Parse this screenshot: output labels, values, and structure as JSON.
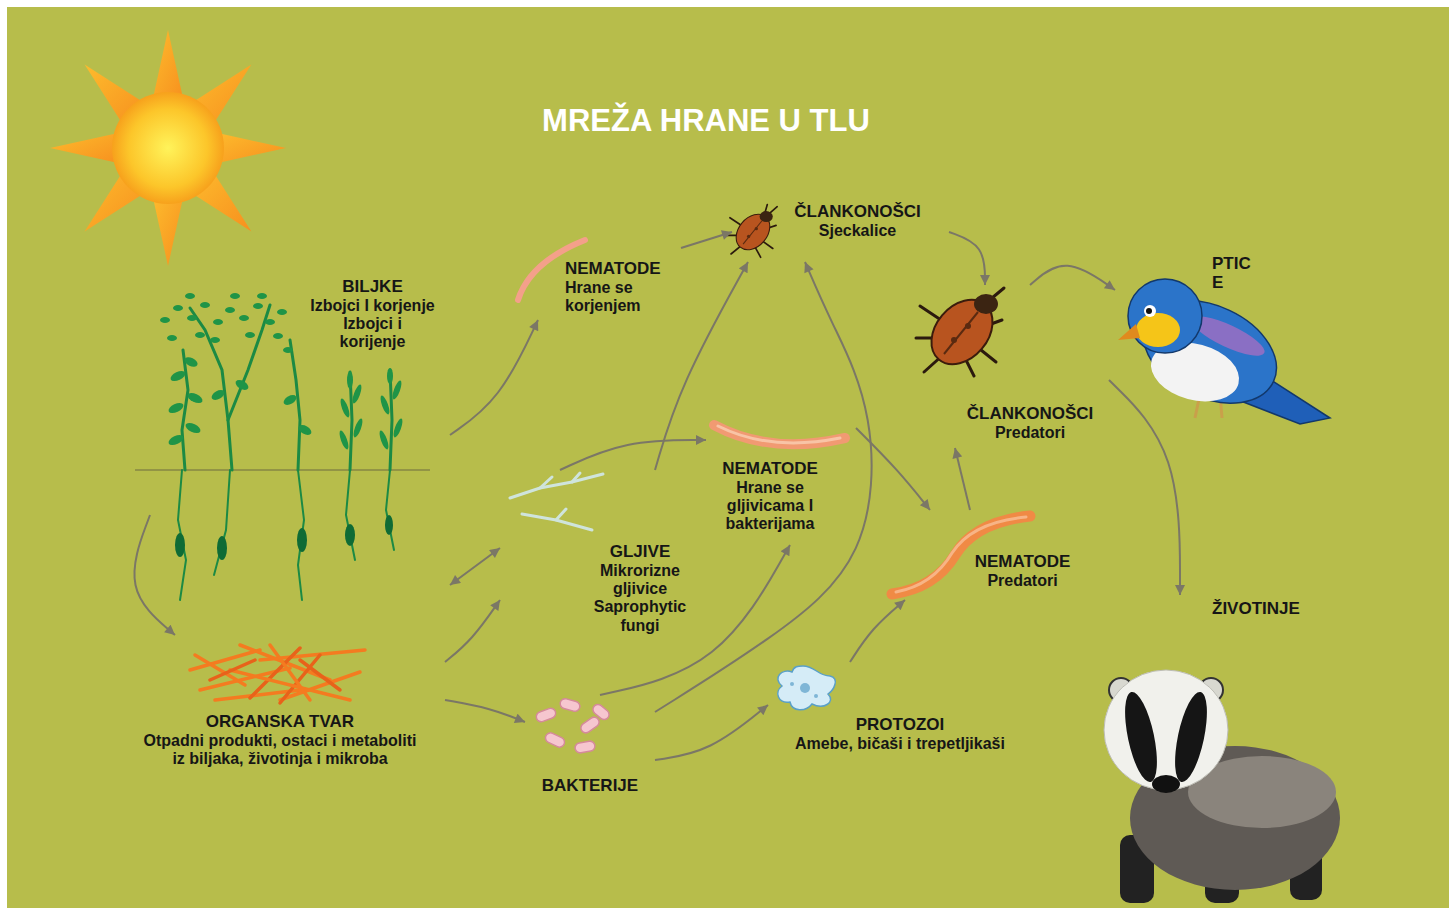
{
  "diagram": {
    "title": "MREŽA HRANE U TLU",
    "nodes": [
      {
        "text": [
          "BILJKE",
          "Izbojci I korjenje Izbojci i korijenje"
        ]
      },
      {
        "text": [
          "NEMATODE",
          "Hrane se korjenjem"
        ]
      },
      {
        "text": [
          "ČLANKONOŠCI",
          "Sjeckalice"
        ]
      },
      {
        "text": [
          "PTIC E"
        ]
      },
      {
        "text": [
          "NEMATODE",
          "Hrane se gljivicama I bakterijama"
        ]
      },
      {
        "text": [
          "GLJIVE",
          "Mikrorizne gljivice Saprophytic fungi"
        ]
      },
      {
        "text": [
          "ČLANKONOŠCI",
          "Predatori"
        ]
      },
      {
        "text": [
          "NEMATODE",
          "Predatori"
        ]
      },
      {
        "text": [
          "ŽIVOTINJE"
        ]
      },
      {
        "text": [
          "ORGANSKA TVAR",
          "Otpadni produkti, ostaci i metaboliti iz biljaka, životinja i mikroba"
        ]
      },
      {
        "text": [
          "BAKTERIJE"
        ]
      },
      {
        "text": [
          "PROTOZOI",
          "Amebe, bičaši i trepetljikaši"
        ]
      }
    ],
    "edges": [
      {
        "from": 0,
        "to": 1,
        "arrow": "to"
      },
      {
        "from": 0,
        "to": 9,
        "arrow": "to"
      },
      {
        "from": 0,
        "to": 5,
        "arrow": "both"
      },
      {
        "from": 9,
        "to": 5,
        "arrow": "to"
      },
      {
        "from": 9,
        "to": 10,
        "arrow": "to"
      },
      {
        "from": 1,
        "to": 2,
        "arrow": "to"
      },
      {
        "from": 5,
        "to": 2,
        "arrow": "to"
      },
      {
        "from": 5,
        "to": 4,
        "arrow": "to"
      },
      {
        "from": 10,
        "to": 2,
        "arrow": "to"
      },
      {
        "from": 10,
        "to": 4,
        "arrow": "to"
      },
      {
        "from": 10,
        "to": 11,
        "arrow": "to"
      },
      {
        "from": 11,
        "to": 7,
        "arrow": "to"
      },
      {
        "from": 4,
        "to": 7,
        "arrow": "to"
      },
      {
        "from": 7,
        "to": 6,
        "arrow": "to"
      },
      {
        "from": 2,
        "to": 6,
        "arrow": "to"
      },
      {
        "from": 6,
        "to": 3,
        "arrow": "to"
      },
      {
        "from": 6,
        "to": 8,
        "arrow": "to"
      }
    ]
  }
}
